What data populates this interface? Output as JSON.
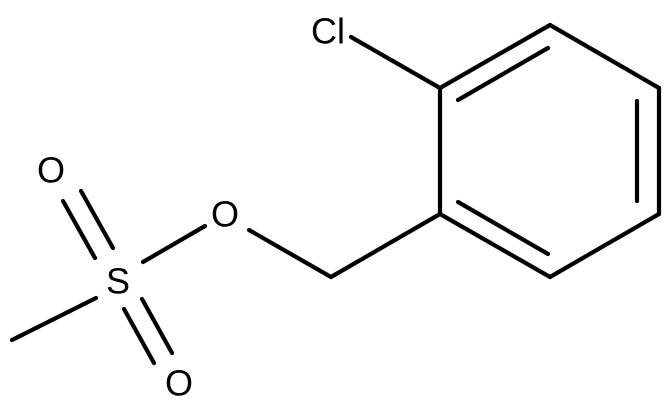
{
  "molecule": {
    "atoms": {
      "chlorine": "Cl",
      "ether_oxygen": "O",
      "sulfur": "S",
      "sulfonyl_oxygen_top": "O",
      "sulfonyl_oxygen_bottom": "O"
    }
  }
}
